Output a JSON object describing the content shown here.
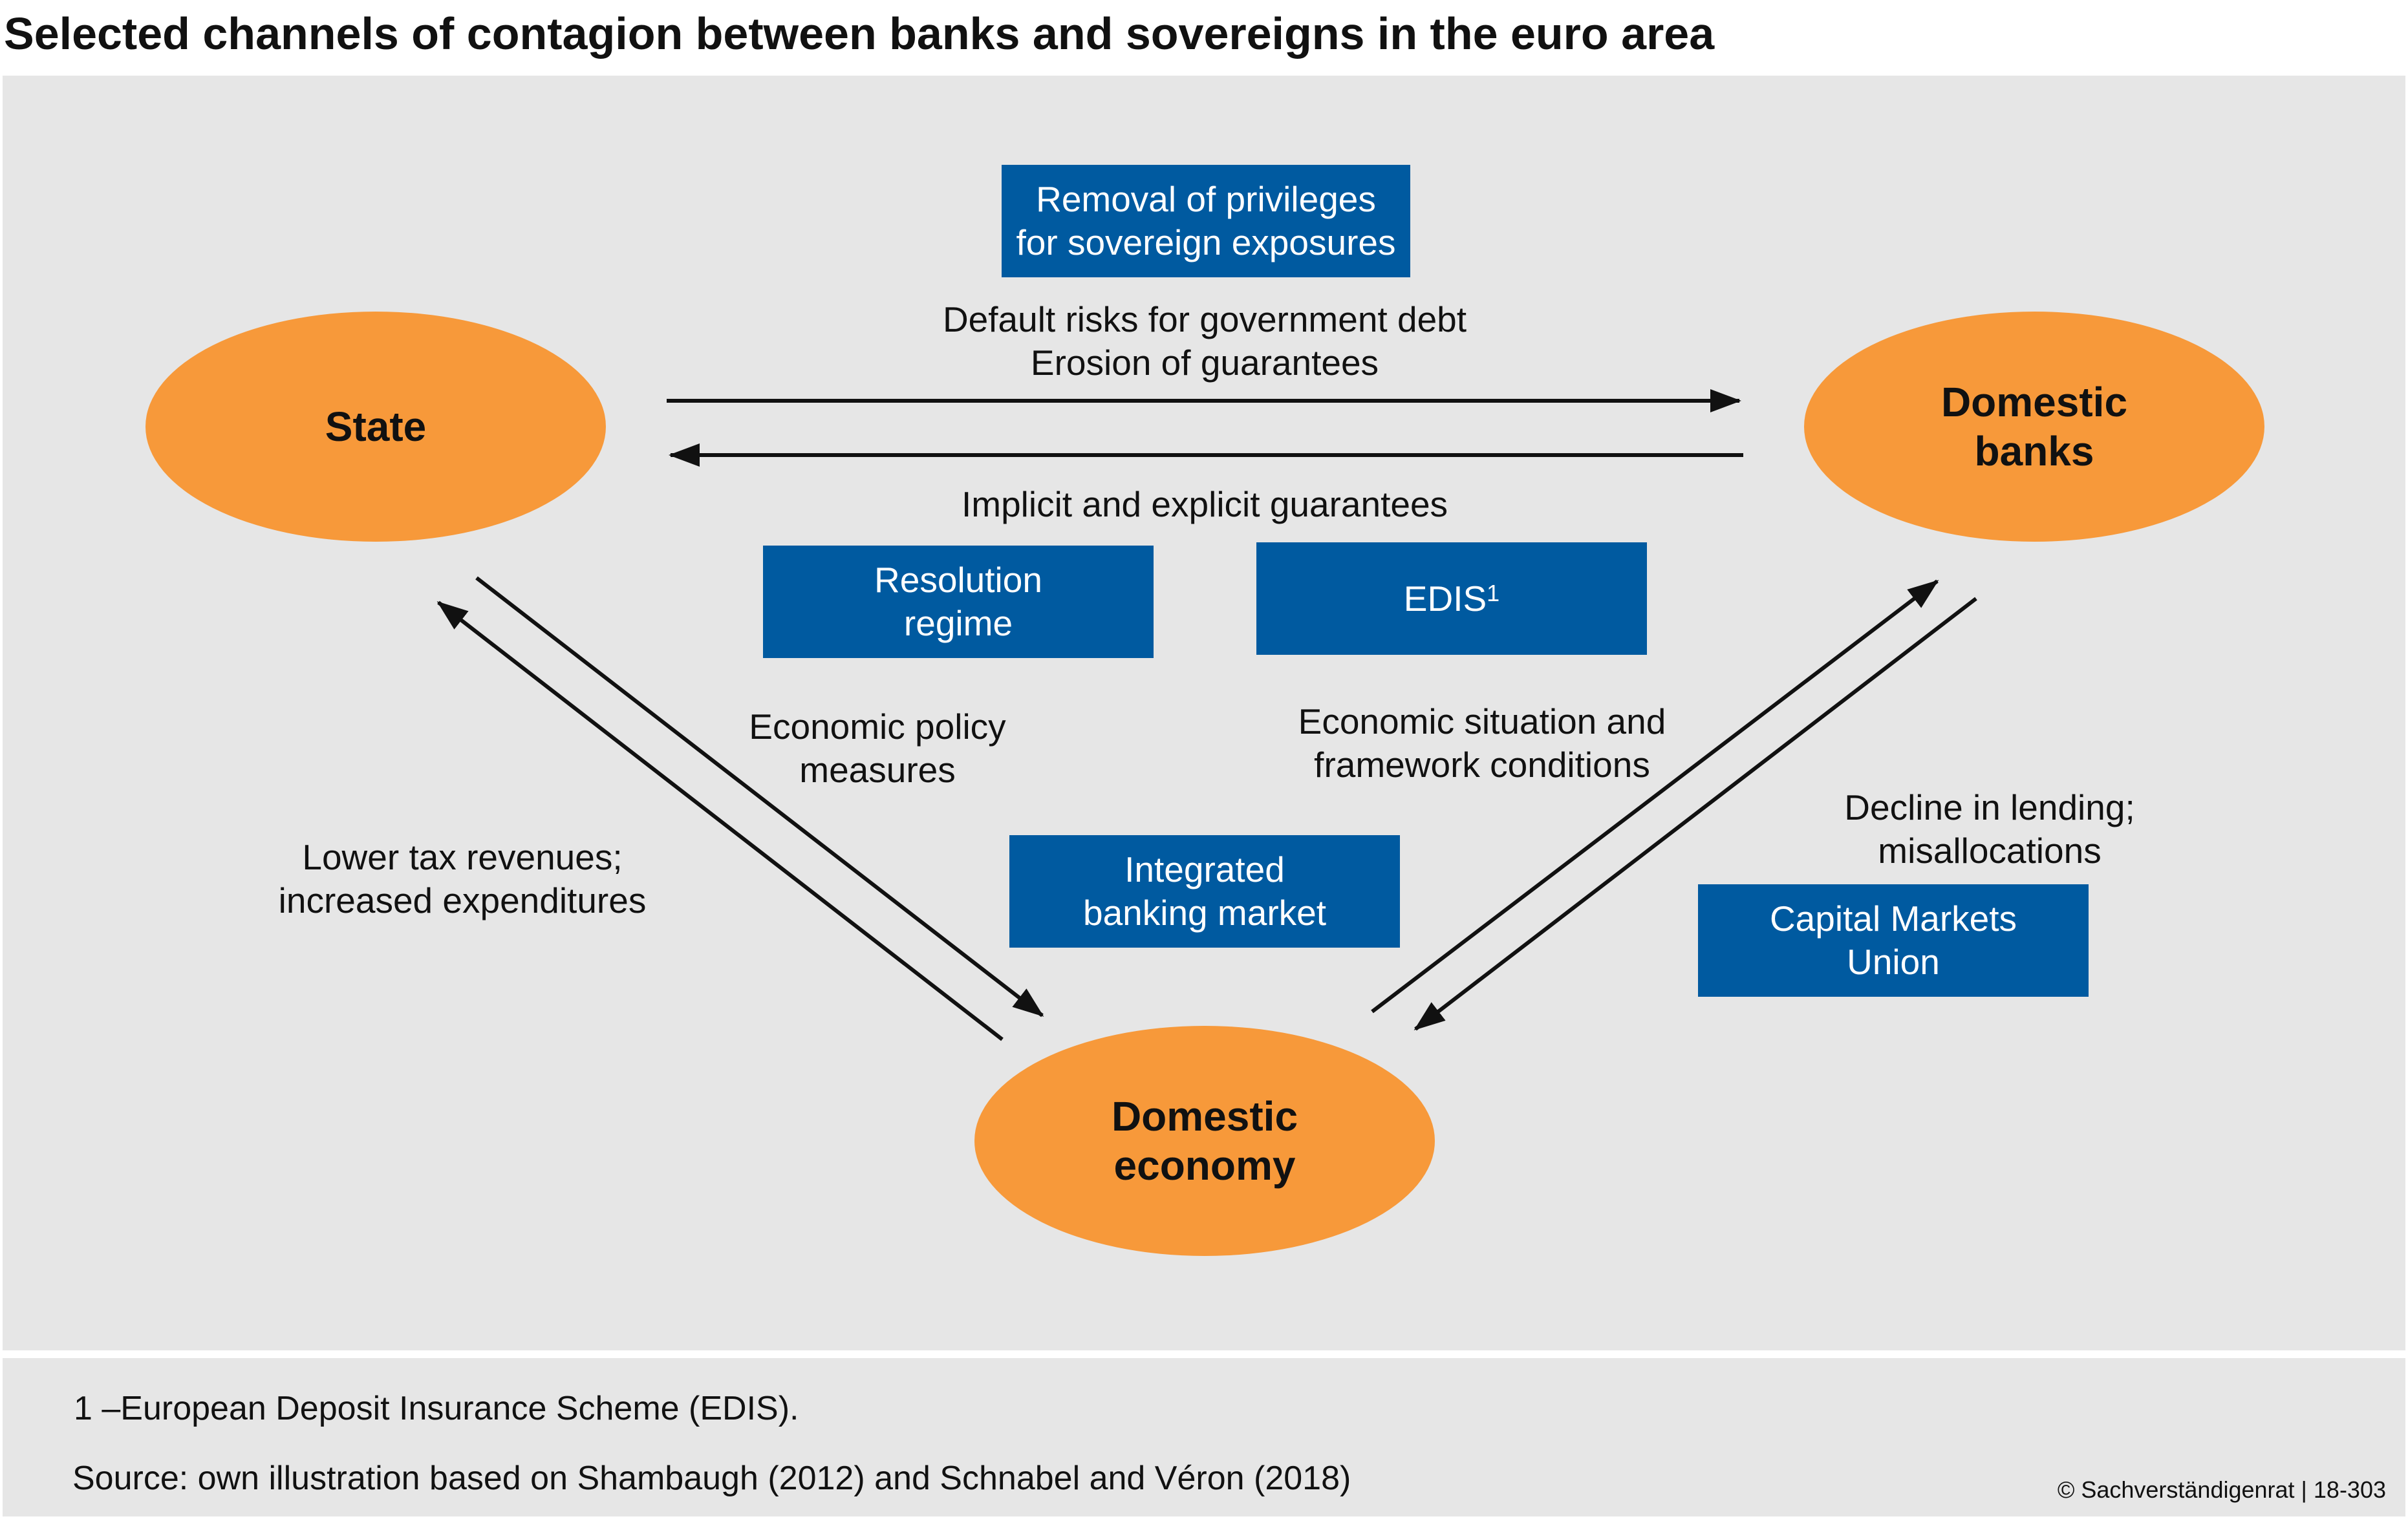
{
  "title": "Selected channels of contagion between banks and sovereigns in the euro area",
  "nodes": {
    "state": "State",
    "banks": "Domestic\nbanks",
    "economy": "Domestic\neconomy"
  },
  "labels": {
    "default_risks": "Default risks for government debt\nErosion of guarantees",
    "guarantees": "Implicit and explicit guarantees",
    "economic_policy": "Economic policy\nmeasures",
    "economic_situation": "Economic situation and\nframework conditions",
    "lower_tax": "Lower tax revenues;\nincreased expenditures",
    "decline_lending": "Decline in lending;\nmisallocations"
  },
  "measures": {
    "removal_privileges": "Removal of privileges\nfor sovereign exposures",
    "resolution_regime": "Resolution\nregime",
    "edis": "EDIS",
    "edis_sup": "1",
    "integrated_banking": "Integrated\nbanking market",
    "capital_markets": "Capital Markets\nUnion"
  },
  "footer": {
    "note": "1 –European Deposit Insurance Scheme (EDIS).",
    "source": "Source: own illustration based on Shambaugh (2012) and Schnabel and Véron (2018)",
    "copyright": "© Sachverständigenrat | 18-303"
  },
  "colors": {
    "node_fill": "#f7993a",
    "box_fill": "#005aa0",
    "panel": "#e6e6e6"
  }
}
